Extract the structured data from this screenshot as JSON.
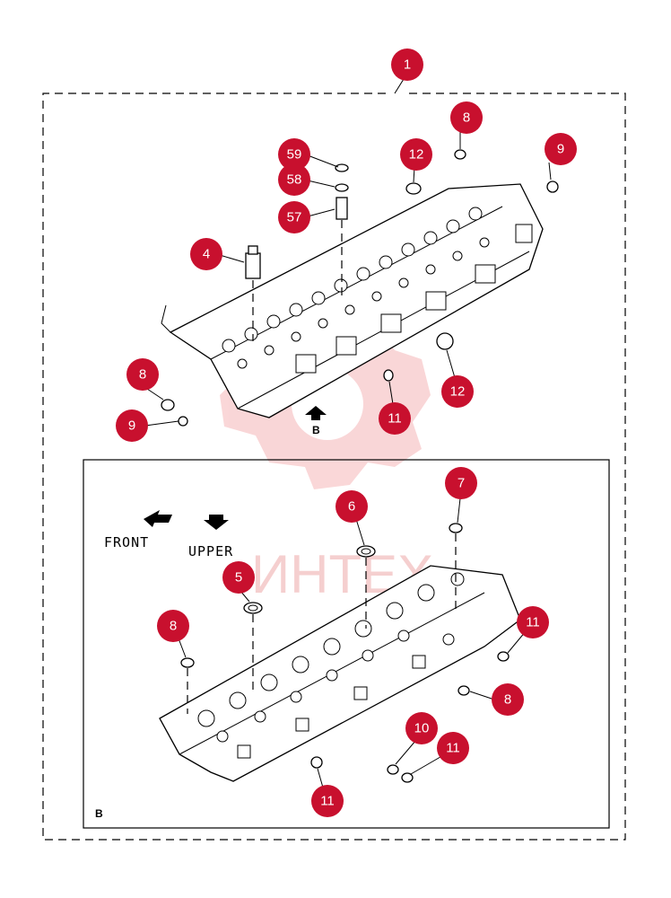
{
  "colors": {
    "callout_fill": "#c8102e",
    "watermark": "#e8484f",
    "line": "#000000",
    "background": "#ffffff"
  },
  "watermark": {
    "text": "ИНТЕХ"
  },
  "callouts": {
    "c1": "1",
    "c8a": "8",
    "c9a": "9",
    "c12a": "12",
    "c59": "59",
    "c58": "58",
    "c57": "57",
    "c4": "4",
    "c8b": "8",
    "c9b": "9",
    "c11a": "11",
    "c12b": "12",
    "c7": "7",
    "c6": "6",
    "c5": "5",
    "c8c": "8",
    "c11b": "11",
    "c8d": "8",
    "c10": "10",
    "c11c": "11",
    "c11d": "11"
  },
  "labels": {
    "view_arrow": "B",
    "front": "FRONT",
    "upper": "UPPER",
    "detail_view": "B"
  }
}
